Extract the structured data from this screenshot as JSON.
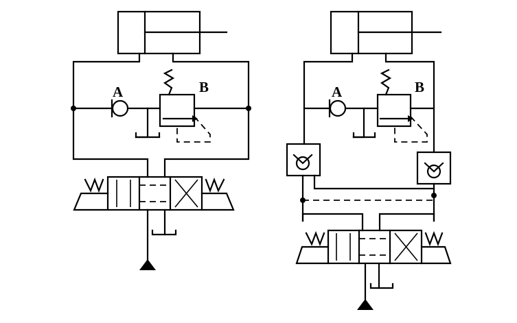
{
  "diagram": {
    "left_circuit": {
      "labels": {
        "a": "A",
        "b": "B"
      }
    },
    "right_circuit": {
      "labels": {
        "a": "A",
        "b": "B"
      }
    }
  }
}
